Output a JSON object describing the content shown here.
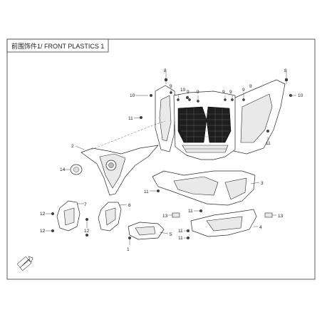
{
  "header": {
    "title": "前围饰件1/ FRONT PLASTICS 1"
  },
  "callouts": {
    "c1": "1",
    "c2": "2",
    "c3": "3",
    "c4": "4",
    "c5": "5",
    "c6": "6",
    "c7": "7",
    "c8a": "8",
    "c8b": "8",
    "c9a": "9",
    "c9b": "9",
    "c9c": "9",
    "c9d": "9",
    "c9e": "9",
    "c9f": "9",
    "c9g": "9",
    "c10a": "10",
    "c10b": "10",
    "c10c": "10",
    "c11a": "11",
    "c11b": "11",
    "c11c": "11",
    "c11d": "11",
    "c11e": "11",
    "c11f": "11",
    "c12a": "12",
    "c12b": "12",
    "c12c": "12",
    "c13a": "13",
    "c13b": "13",
    "c14": "14"
  },
  "colors": {
    "line": "#2a2a2a",
    "grille": "#1e1e1e",
    "background": "#ffffff"
  }
}
